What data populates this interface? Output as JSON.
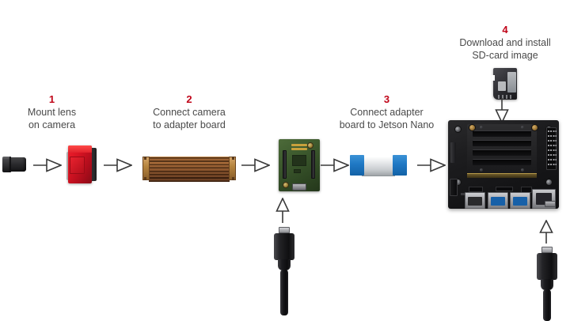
{
  "diagram": {
    "title_visible": false,
    "background_color": "#ffffff",
    "accent_number_color": "#c00418",
    "text_color": "#4a4a4a",
    "steps": [
      {
        "number": "1",
        "text": "Mount lens\non camera",
        "parts": [
          "lens",
          "camera-red"
        ]
      },
      {
        "number": "2",
        "text": "Connect camera\nto adapter board",
        "parts": [
          "fpc-ribbon-cable-copper",
          "adapter-board"
        ]
      },
      {
        "number": "3",
        "text": "Connect adapter\nboard to Jetson Nano",
        "parts": [
          "fpc-cable-blue",
          "jetson-nano-board"
        ]
      },
      {
        "number": "4",
        "text": "Download and install\nSD-card image",
        "parts": [
          "microsd-card"
        ]
      }
    ],
    "components": {
      "lens": {
        "name": "lens",
        "color": "#2b2b2e"
      },
      "camera": {
        "name": "camera",
        "color": "#d81423"
      },
      "ribbon_cable": {
        "name": "fpc-ribbon-cable",
        "color": "#8d5324"
      },
      "adapter_board": {
        "name": "adapter-board",
        "color": "#3f5c2f"
      },
      "blue_cable": {
        "name": "fpc-cable-blue",
        "color": "#1f78c4"
      },
      "jetson_nano": {
        "name": "jetson-nano-board",
        "color": "#1d1d1f"
      },
      "sd_card": {
        "name": "microsd-card",
        "color": "#26262a"
      },
      "usb_cable": {
        "name": "usb-cable",
        "color": "#18181b"
      }
    },
    "arrows": [
      {
        "id": "arrow-lens-to-camera",
        "direction": "right"
      },
      {
        "id": "arrow-camera-to-ribbon",
        "direction": "right"
      },
      {
        "id": "arrow-ribbon-to-adapter",
        "direction": "right"
      },
      {
        "id": "arrow-adapter-to-bluecable",
        "direction": "right"
      },
      {
        "id": "arrow-bluecable-to-nano",
        "direction": "right"
      },
      {
        "id": "arrow-sdcard-to-nano",
        "direction": "down"
      },
      {
        "id": "arrow-usb-to-adapter",
        "direction": "up"
      },
      {
        "id": "arrow-usb-to-nano",
        "direction": "up"
      }
    ]
  }
}
